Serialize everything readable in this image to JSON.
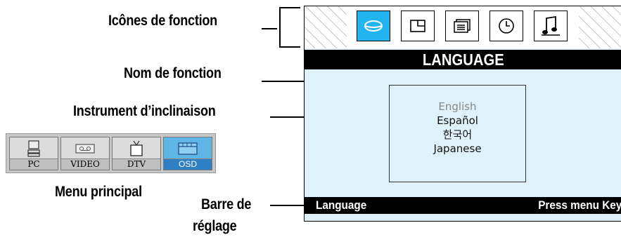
{
  "callouts": {
    "function_icons": "Icônes de fonction",
    "function_name": "Nom de fonction",
    "tilt_instrument": "Instrument d’inclinaison",
    "main_menu": "Menu principal",
    "adjust_bar_line1": "Barre de",
    "adjust_bar_line2": "réglage"
  },
  "osd": {
    "function_icons": [
      {
        "name": "lips-icon",
        "active": true
      },
      {
        "name": "window-icon",
        "active": false
      },
      {
        "name": "screen-list-icon",
        "active": false
      },
      {
        "name": "clock-icon",
        "active": false
      },
      {
        "name": "music-note-icon",
        "active": false
      }
    ],
    "title": "LANGUAGE",
    "languages": [
      {
        "label": "English",
        "selected": true
      },
      {
        "label": "Español",
        "selected": false
      },
      {
        "label": "한국어",
        "selected": false
      },
      {
        "label": "Japanese",
        "selected": false
      }
    ],
    "status_left": "Language",
    "status_right": "Press menu Key"
  },
  "main_menu": {
    "items": [
      {
        "label": "PC",
        "icon": "computer-icon",
        "active": false
      },
      {
        "label": "VIDEO",
        "icon": "vcr-icon",
        "active": false
      },
      {
        "label": "DTV",
        "icon": "tv-icon",
        "active": false
      },
      {
        "label": "OSD",
        "icon": "osd-screen-icon",
        "active": true
      }
    ]
  },
  "colors": {
    "accent": "#22b4ee",
    "osd_background": "#dff2fb",
    "bar": "#000000",
    "menu_active": "#5fb6e6"
  }
}
